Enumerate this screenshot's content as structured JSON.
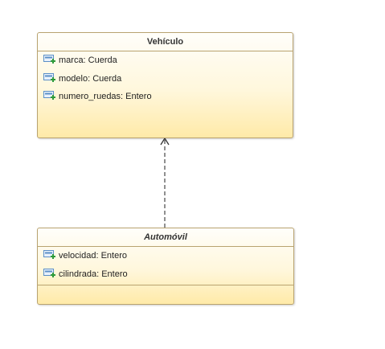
{
  "diagram": {
    "classes": [
      {
        "name": "Vehículo",
        "abstract": false,
        "attributes": [
          "marca: Cuerda",
          "modelo: Cuerda",
          "numero_ruedas: Entero"
        ]
      },
      {
        "name": "Automóvil",
        "abstract": true,
        "attributes": [
          "velocidad: Entero",
          "cilindrada: Entero"
        ]
      }
    ],
    "relations": [
      {
        "from": "Automóvil",
        "to": "Vehículo",
        "style": "dashed",
        "arrowhead": "open"
      }
    ],
    "colors": {
      "border": "#b9a370",
      "fill_top": "#fffefa",
      "fill_bottom": "#ffeaa8",
      "attribute_icon_blue": "#5b8fc7",
      "attribute_icon_plus": "#2e9a3a"
    },
    "icons": {
      "attribute": "public-attribute-icon"
    }
  }
}
